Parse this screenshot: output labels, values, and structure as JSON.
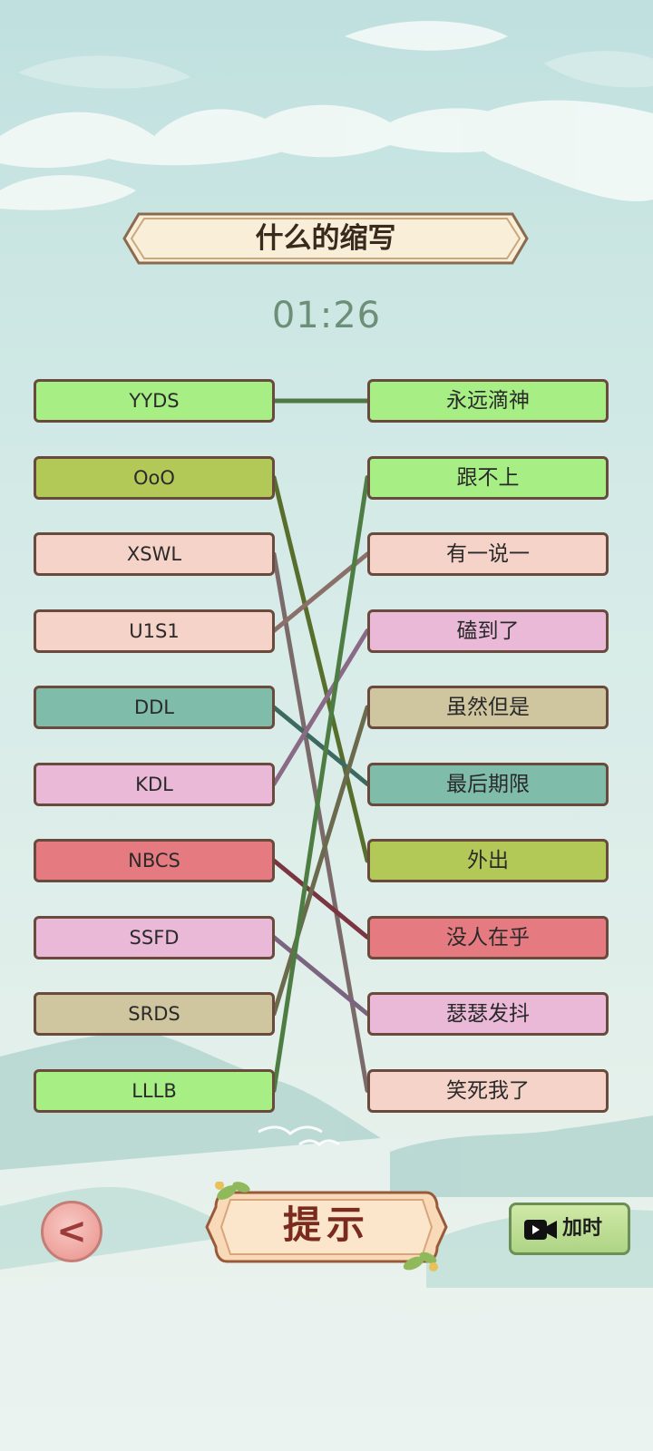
{
  "title": "什么的缩写",
  "timer": "01:26",
  "left_items": [
    {
      "label": "YYDS",
      "color": "#a7ef84"
    },
    {
      "label": "OoO",
      "color": "#b3c957"
    },
    {
      "label": "XSWL",
      "color": "#f6d3c8"
    },
    {
      "label": "U1S1",
      "color": "#f6d3c8"
    },
    {
      "label": "DDL",
      "color": "#7fbcaa"
    },
    {
      "label": "KDL",
      "color": "#ebb9d8"
    },
    {
      "label": "NBCS",
      "color": "#e57b80"
    },
    {
      "label": "SSFD",
      "color": "#ebb9d8"
    },
    {
      "label": "SRDS",
      "color": "#cfc69f"
    },
    {
      "label": "LLLB",
      "color": "#a7ef84"
    }
  ],
  "right_items": [
    {
      "label": "永远滴神",
      "color": "#a7ef84"
    },
    {
      "label": "跟不上",
      "color": "#a7ef84"
    },
    {
      "label": "有一说一",
      "color": "#f6d3c8"
    },
    {
      "label": "磕到了",
      "color": "#ebb9d8"
    },
    {
      "label": "虽然但是",
      "color": "#cfc69f"
    },
    {
      "label": "最后期限",
      "color": "#7fbcaa"
    },
    {
      "label": "外出",
      "color": "#b3c957"
    },
    {
      "label": "没人在乎",
      "color": "#e57b80"
    },
    {
      "label": "瑟瑟发抖",
      "color": "#ebb9d8"
    },
    {
      "label": "笑死我了",
      "color": "#f6d3c8"
    }
  ],
  "connections": [
    {
      "from": 0,
      "to": 0,
      "color": "#4f7a47"
    },
    {
      "from": 1,
      "to": 6,
      "color": "#586e2c"
    },
    {
      "from": 2,
      "to": 9,
      "color": "#7a6a6a"
    },
    {
      "from": 3,
      "to": 2,
      "color": "#8a7068"
    },
    {
      "from": 4,
      "to": 5,
      "color": "#3d6a60"
    },
    {
      "from": 5,
      "to": 3,
      "color": "#8a6a86"
    },
    {
      "from": 6,
      "to": 7,
      "color": "#7a3540"
    },
    {
      "from": 7,
      "to": 8,
      "color": "#7a6480"
    },
    {
      "from": 8,
      "to": 4,
      "color": "#6b6a4c"
    },
    {
      "from": 9,
      "to": 1,
      "color": "#4e7d44"
    }
  ],
  "buttons": {
    "back_icon": "back-arrow-icon",
    "back_glyph": "<",
    "hint_label": "提示",
    "add_time_icon": "video-camera-icon",
    "add_time_label": "加时"
  }
}
